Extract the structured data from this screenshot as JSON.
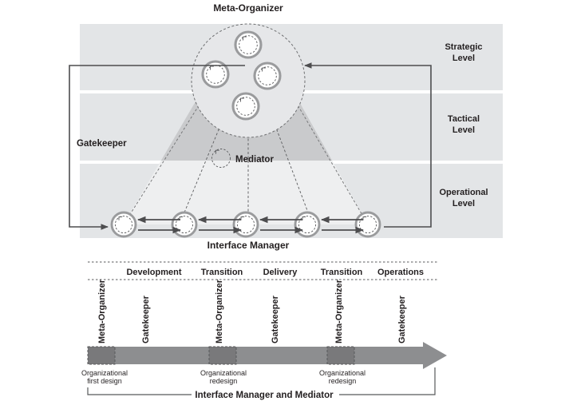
{
  "figure": {
    "title_top": "Meta-Organizer",
    "label_gatekeeper": "Gatekeeper",
    "label_mediator": "Mediator",
    "label_interface_manager": "Interface Manager",
    "levels": [
      {
        "line1": "Strategic",
        "line2": "Level"
      },
      {
        "line1": "Tactical",
        "line2": "Level"
      },
      {
        "line1": "Operational",
        "line2": "Level"
      }
    ],
    "colors": {
      "band_fill": "#e3e5e7",
      "fan_tactical": "#c9cacc",
      "fan_operational": "#eeeff0",
      "circle_fill": "#e6e7e9",
      "node_ring": "#9a9b9d",
      "node_inner": "#ffffff",
      "arrow_stroke": "#4d4d4f",
      "timeline_bar": "#8d8e90",
      "timeline_block": "#79797b",
      "text": "#231f20"
    }
  },
  "timeline": {
    "phases": [
      "Development",
      "Transition",
      "Delivery",
      "Transition",
      "Operations"
    ],
    "role_markers": [
      {
        "label": "Meta-Organizer"
      },
      {
        "label": "Gatekeeper"
      },
      {
        "label": "Meta-Organizer"
      },
      {
        "label": "Gatekeeper"
      },
      {
        "label": "Meta-Organizer"
      },
      {
        "label": "Gatekeeper"
      }
    ],
    "events": [
      {
        "line1": "Organizational",
        "line2": "first design"
      },
      {
        "line1": "Organizational",
        "line2": "redesign"
      },
      {
        "line1": "Organizational",
        "line2": "redesign"
      }
    ],
    "bracket_label": "Interface Manager and Mediator"
  },
  "chart_data": {
    "type": "diagram",
    "title": "Meta-Organizer",
    "levels": [
      "Strategic Level",
      "Tactical Level",
      "Operational Level"
    ],
    "meta_organizer_nodes": 4,
    "interface_manager_nodes": 5,
    "mediator_nodes": 1,
    "timeline_phases": [
      "Development",
      "Transition",
      "Delivery",
      "Transition",
      "Operations"
    ],
    "timeline_roles": [
      "Meta-Organizer",
      "Gatekeeper",
      "Meta-Organizer",
      "Gatekeeper",
      "Meta-Organizer",
      "Gatekeeper"
    ],
    "timeline_events": [
      "Organizational first design",
      "Organizational redesign",
      "Organizational redesign"
    ]
  }
}
